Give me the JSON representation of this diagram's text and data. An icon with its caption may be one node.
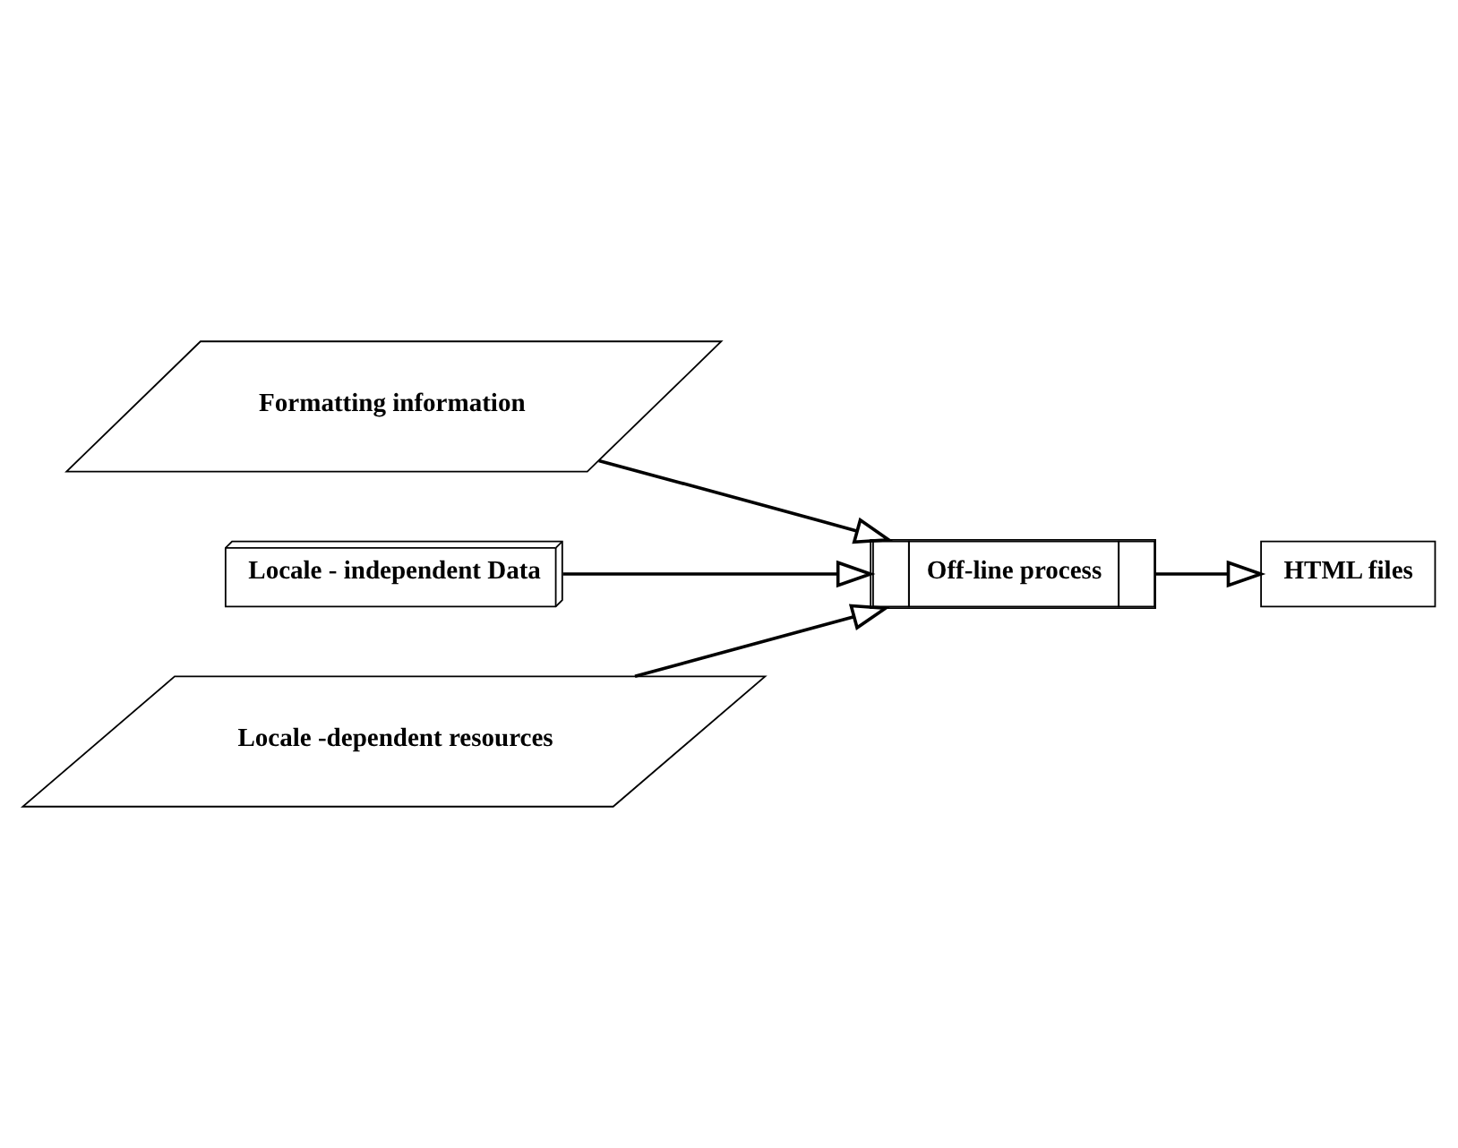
{
  "diagram": {
    "nodes": [
      {
        "text": [
          "Formatting information"
        ]
      },
      {
        "text": [
          "Locale - independent Data"
        ]
      },
      {
        "text": [
          "Off-line process"
        ]
      },
      {
        "text": [
          "HTML files"
        ]
      },
      {
        "text": [
          "Locale -dependent resources"
        ]
      }
    ],
    "edges": [
      {
        "from": 0,
        "to": 2,
        "arrow": "to"
      },
      {
        "from": 1,
        "to": 2,
        "arrow": "to"
      },
      {
        "from": 4,
        "to": 2,
        "arrow": "to"
      },
      {
        "from": 2,
        "to": 3,
        "arrow": "to"
      }
    ]
  }
}
